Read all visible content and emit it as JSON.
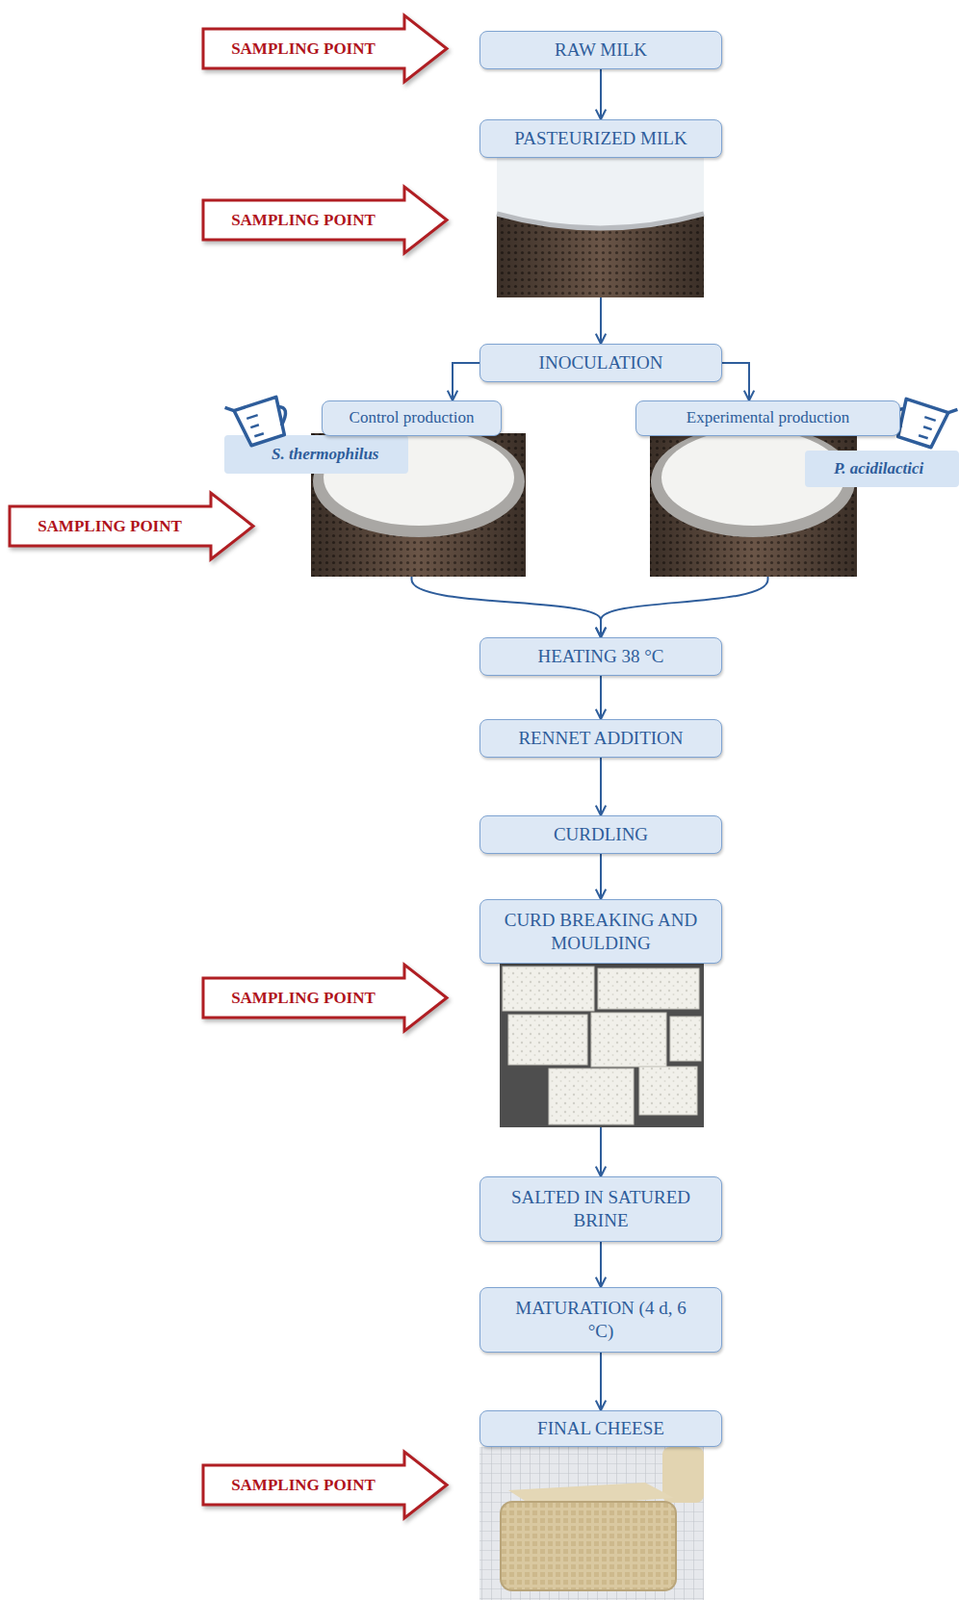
{
  "diagram": {
    "nodes": [
      {
        "text": [
          "SAMPLING POINT"
        ]
      },
      {
        "text": [
          "RAW MILK"
        ]
      },
      {
        "text": [
          "PASTEURIZED MILK"
        ]
      },
      {
        "text": [
          "SAMPLING POINT"
        ]
      },
      {
        "text": [
          "INOCULATION"
        ]
      },
      {
        "text": [
          "Control production"
        ]
      },
      {
        "text": [
          "Experimental production"
        ]
      },
      {
        "text": [
          "SAMPLING POINT"
        ]
      },
      {
        "text": [
          "HEATING 38 °C"
        ]
      },
      {
        "text": [
          "RENNET ADDITION"
        ]
      },
      {
        "text": [
          "CURDLING"
        ]
      },
      {
        "text": [
          "CURD BREAKING AND MOULDING"
        ]
      },
      {
        "text": [
          "SAMPLING POINT"
        ]
      },
      {
        "text": [
          "SALTED IN SATURED BRINE"
        ]
      },
      {
        "text": [
          "MATURATION (4 d, 6 °C)"
        ]
      },
      {
        "text": [
          "FINAL CHEESE"
        ]
      },
      {
        "text": [
          "SAMPLING POINT"
        ]
      }
    ],
    "edges": [
      {
        "from": 1,
        "to": 2,
        "arrow": "to"
      },
      {
        "from": 2,
        "to": 4,
        "arrow": "to"
      },
      {
        "from": 4,
        "to": 5,
        "arrow": "to"
      },
      {
        "from": 4,
        "to": 6,
        "arrow": "to"
      },
      {
        "from": 5,
        "to": 8,
        "arrow": "to"
      },
      {
        "from": 6,
        "to": 8,
        "arrow": "to"
      },
      {
        "from": 8,
        "to": 9,
        "arrow": "to"
      },
      {
        "from": 9,
        "to": 10,
        "arrow": "to"
      },
      {
        "from": 10,
        "to": 11,
        "arrow": "to"
      },
      {
        "from": 11,
        "to": 13,
        "arrow": "to"
      },
      {
        "from": 13,
        "to": 14,
        "arrow": "to"
      },
      {
        "from": 14,
        "to": 15,
        "arrow": "to"
      }
    ],
    "labels": [
      "S. thermophilus",
      "P. acidilactici"
    ]
  }
}
